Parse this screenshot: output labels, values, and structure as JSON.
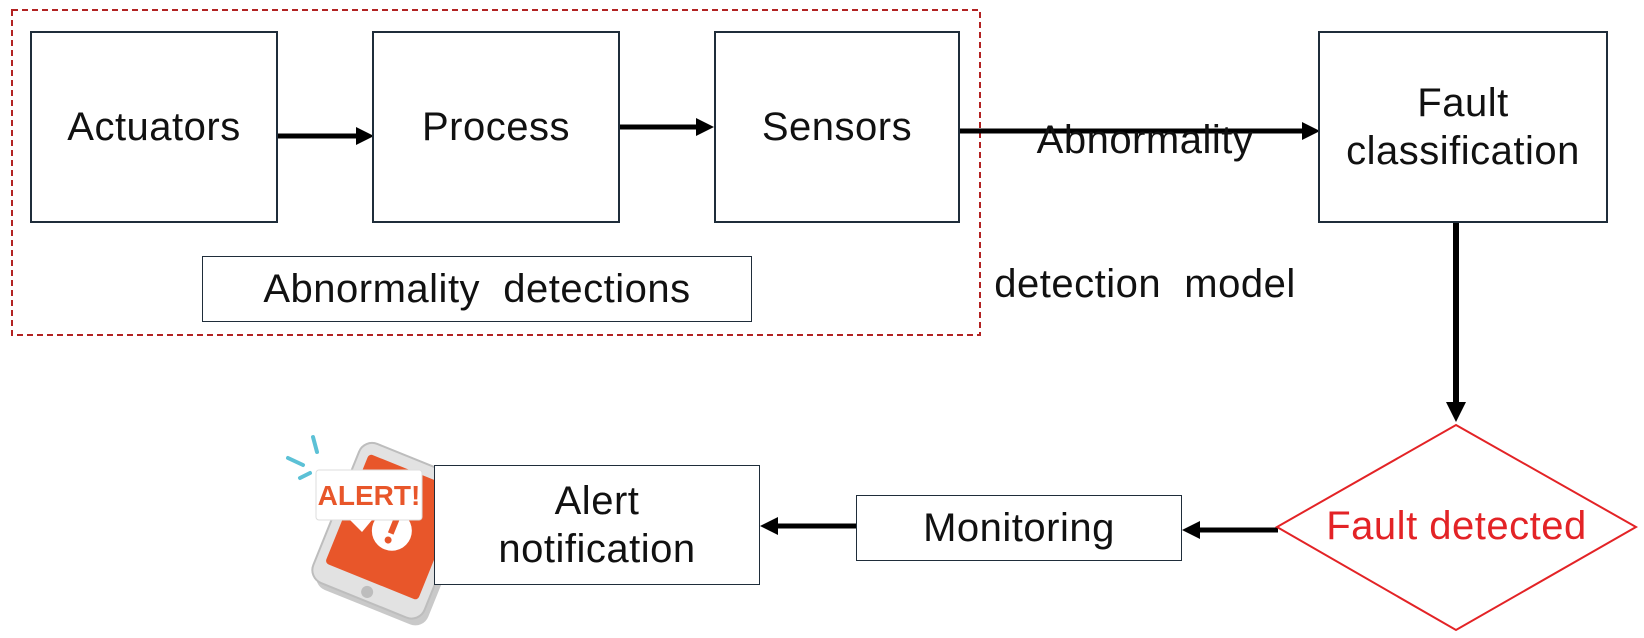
{
  "diagram": {
    "nodes": {
      "actuators": "Actuators",
      "process": "Process",
      "sensors": "Sensors",
      "abnormality_detections": "Abnormality  detections",
      "fault_classification_line1": "Fault",
      "fault_classification_line2": "classification",
      "fault_detected": "Fault detected",
      "monitoring": "Monitoring",
      "alert_notification_line1": "Alert",
      "alert_notification_line2": "notification"
    },
    "edge_labels": {
      "model_line1": "Abnormality",
      "model_line2": "detection  model"
    },
    "alert_icon_text": "ALERT!",
    "colors": {
      "box_border": "#1f2d3a",
      "dashed_group": "#b22222",
      "diamond": "#e32326",
      "arrow": "#000000",
      "alert_orange": "#e8562a",
      "phone_body": "#d9d9d9"
    }
  }
}
